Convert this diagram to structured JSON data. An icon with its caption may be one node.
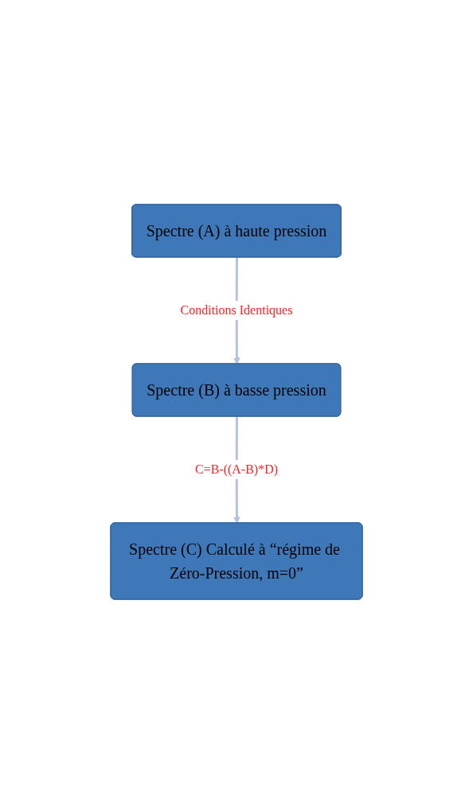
{
  "diagram": {
    "nodes": [
      {
        "text": [
          "Spectre (A) à haute pression"
        ]
      },
      {
        "text": [
          "Spectre (B) à basse pression"
        ]
      },
      {
        "text": [
          "Spectre (C) Calculé à “régime de Zéro-Pression, m=0”"
        ]
      }
    ],
    "edges": [
      {
        "from": 0,
        "to": 1,
        "arrow": "to",
        "label": "Conditions Identiques"
      },
      {
        "from": 1,
        "to": 2,
        "arrow": "to",
        "label": "C=B-((A-B)*D)"
      }
    ]
  }
}
